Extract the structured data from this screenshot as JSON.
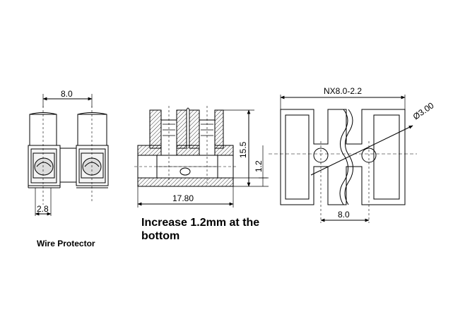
{
  "dimensions": {
    "pitch_left": "8.0",
    "wire_width": "2.8",
    "height": "15.5",
    "bottom_raise": "1.2",
    "length": "17.80",
    "model": "NX8.0-2.2",
    "diameter": "Ø3.00",
    "pitch_right": "8.0"
  },
  "captions": {
    "wire_protector": "Wire Protector",
    "note": "Increase 1.2mm at the bottom"
  }
}
